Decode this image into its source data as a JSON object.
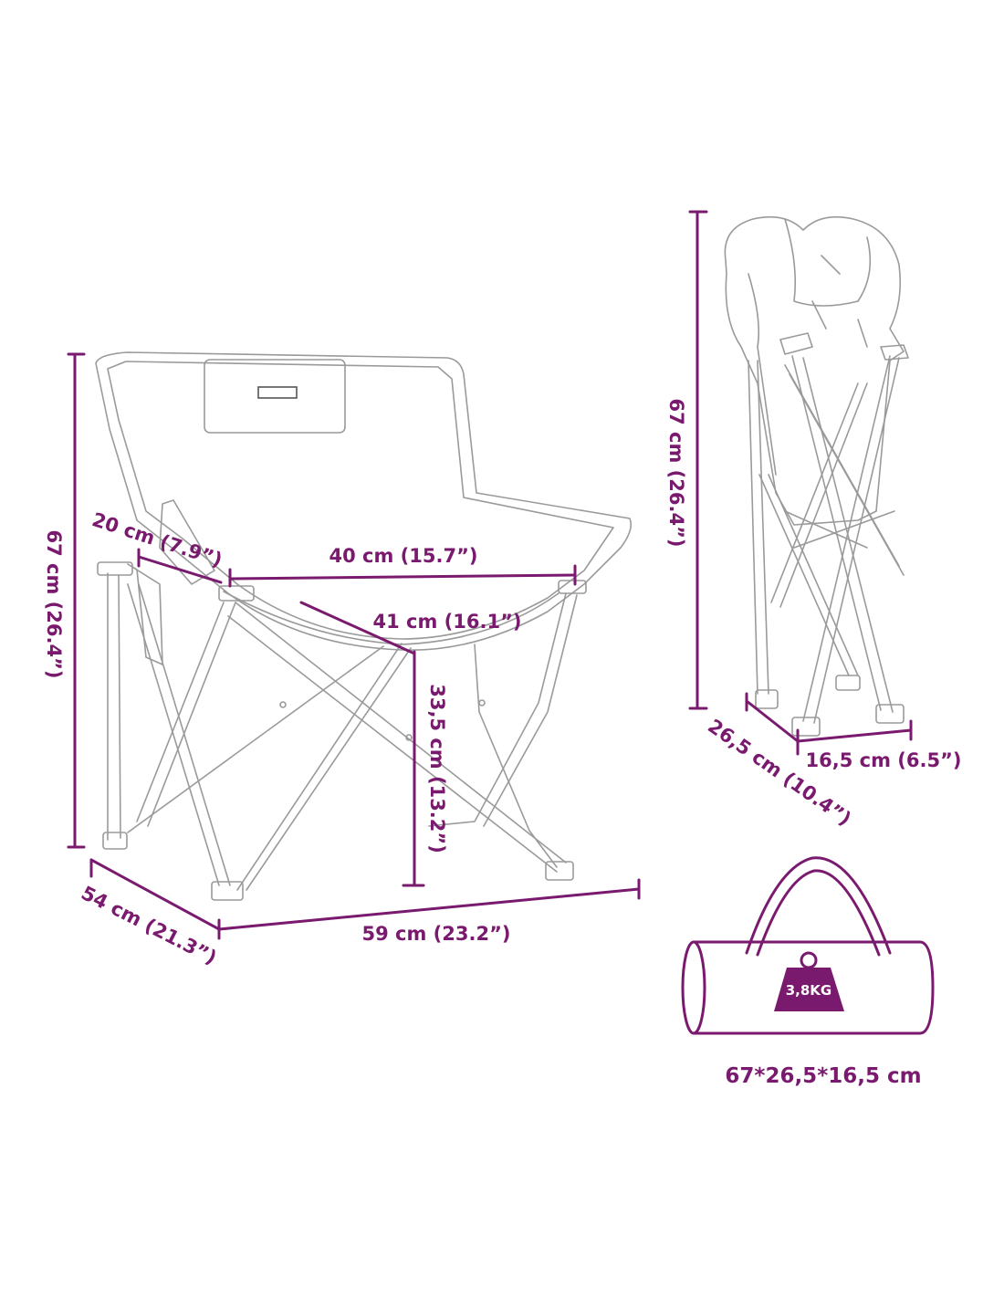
{
  "colors": {
    "accent": "#7a1a6f",
    "sketch": "#9a9a9a"
  },
  "chair": {
    "height_label": "67 cm (26.4”)",
    "depth_label": "54 cm (21.3”)",
    "width_label": "59 cm (23.2”)",
    "seat_width_label": "40 cm (15.7”)",
    "seat_depth_label": "41 cm (16.1”)",
    "seat_height_label": "33,5 cm (13.2”)",
    "armrest_label": "20 cm (7.9”)"
  },
  "folded": {
    "height_label": "67 cm (26.4”)",
    "depth_label": "26,5 cm (10.4”)",
    "width_label": "16,5 cm (6.5”)"
  },
  "bag": {
    "weight_label": "3,8KG",
    "size_label": "67*26,5*16,5 cm",
    "icon": "weight-icon"
  }
}
